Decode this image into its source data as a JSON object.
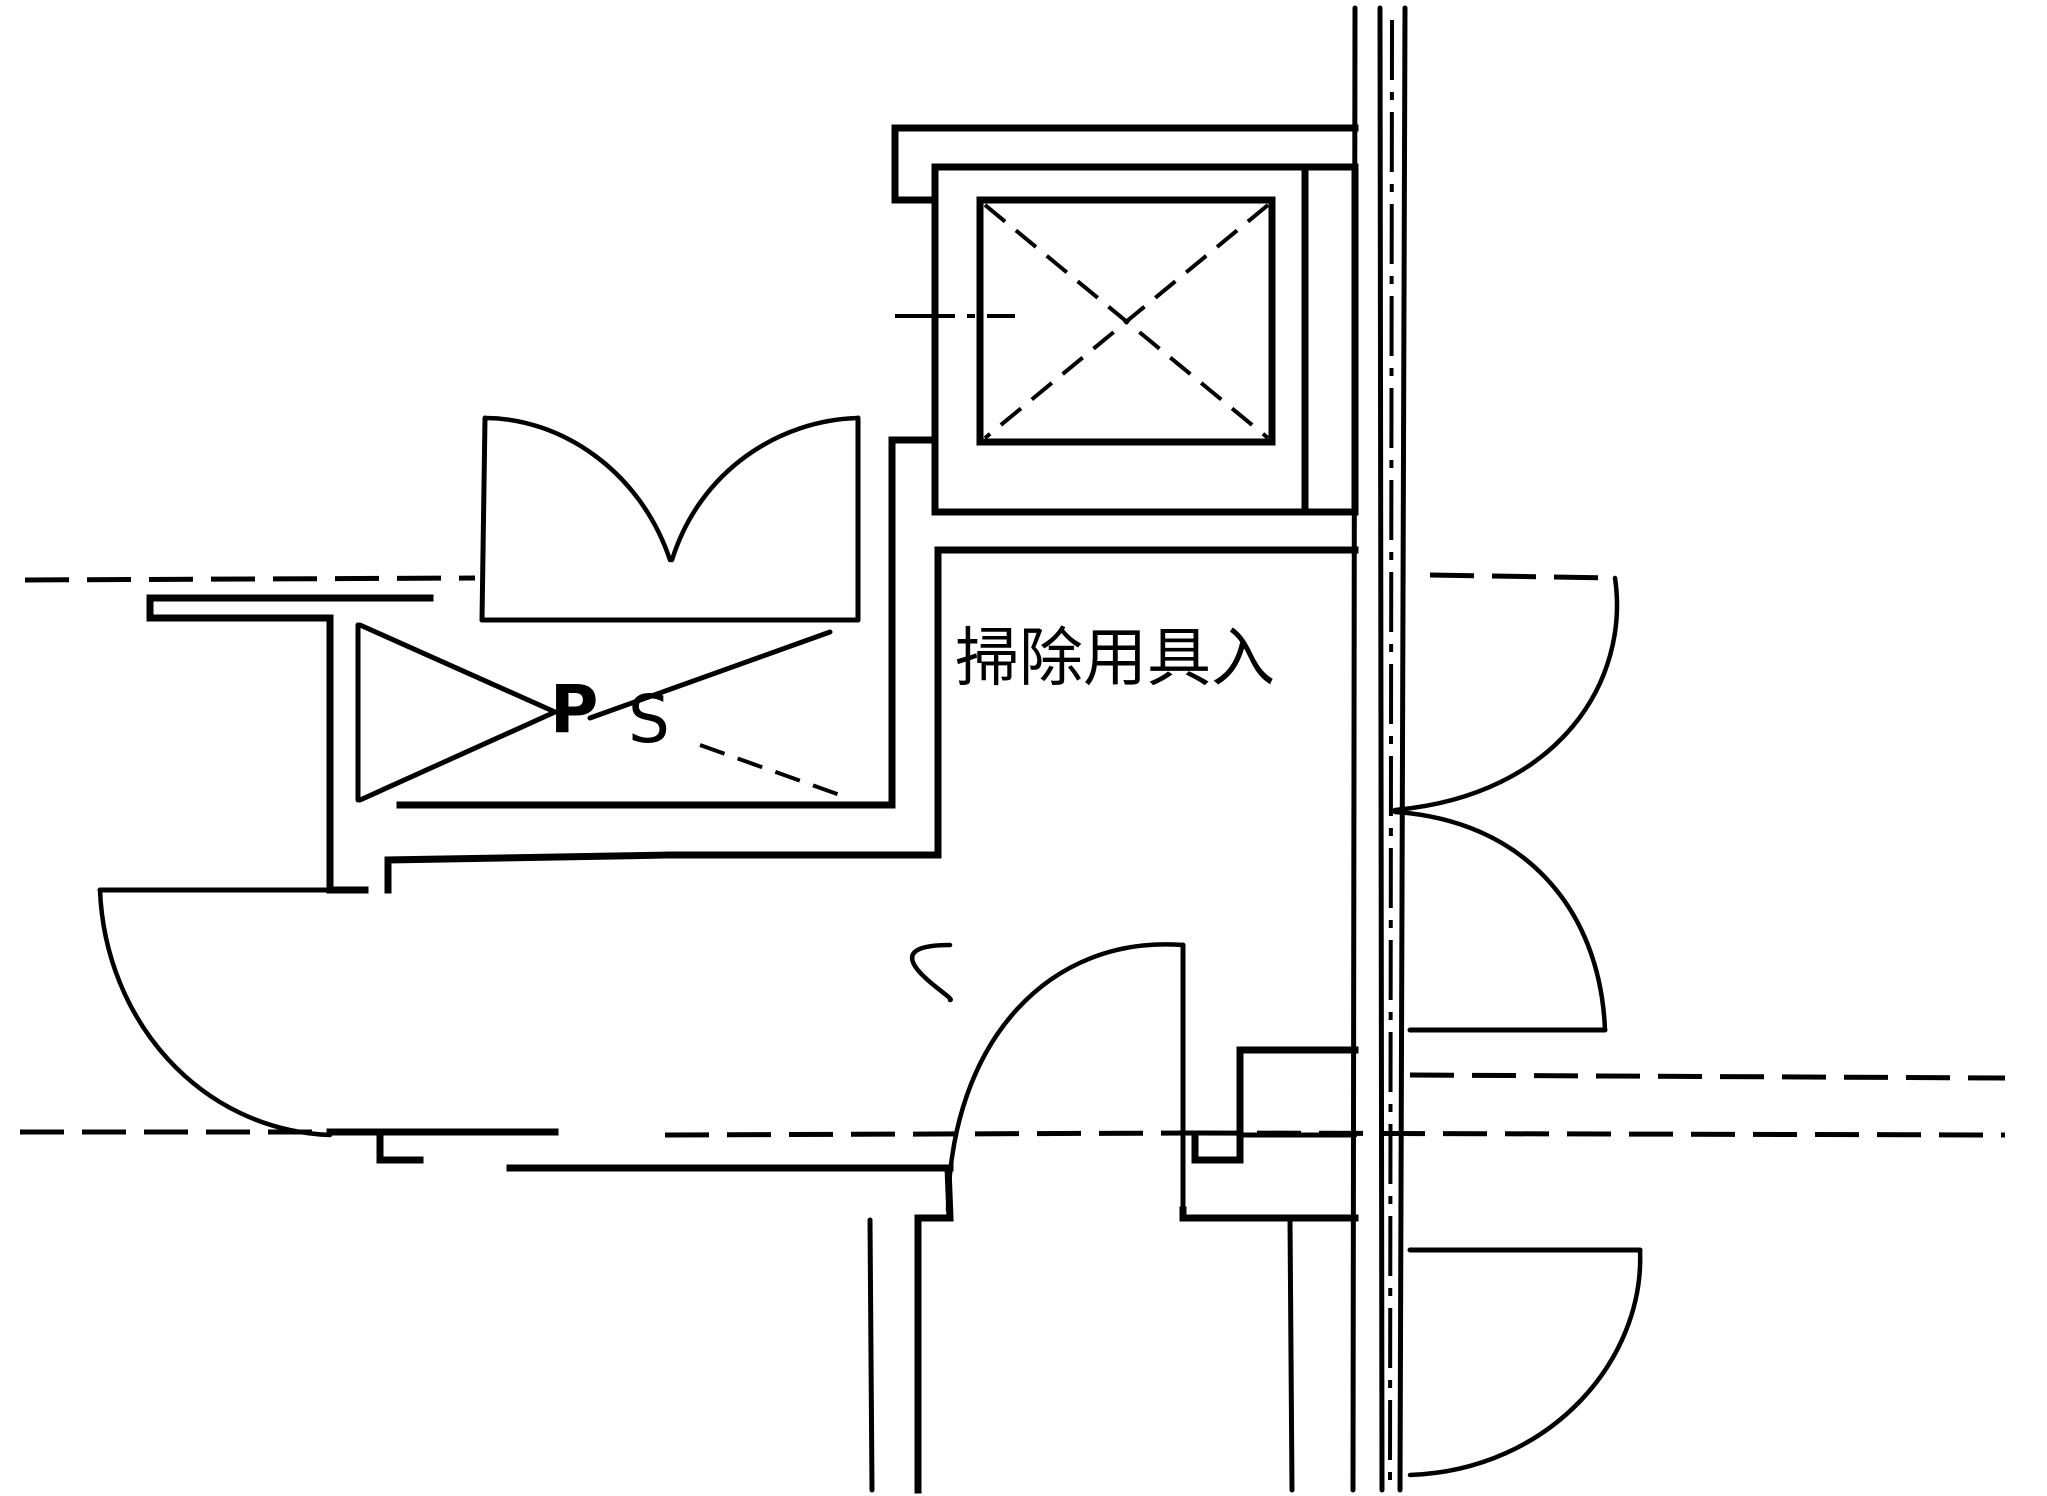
{
  "labels": {
    "cleaning_closet": "掃除用具入",
    "pipe_shaft_p": "P",
    "pipe_shaft_s": "S"
  }
}
